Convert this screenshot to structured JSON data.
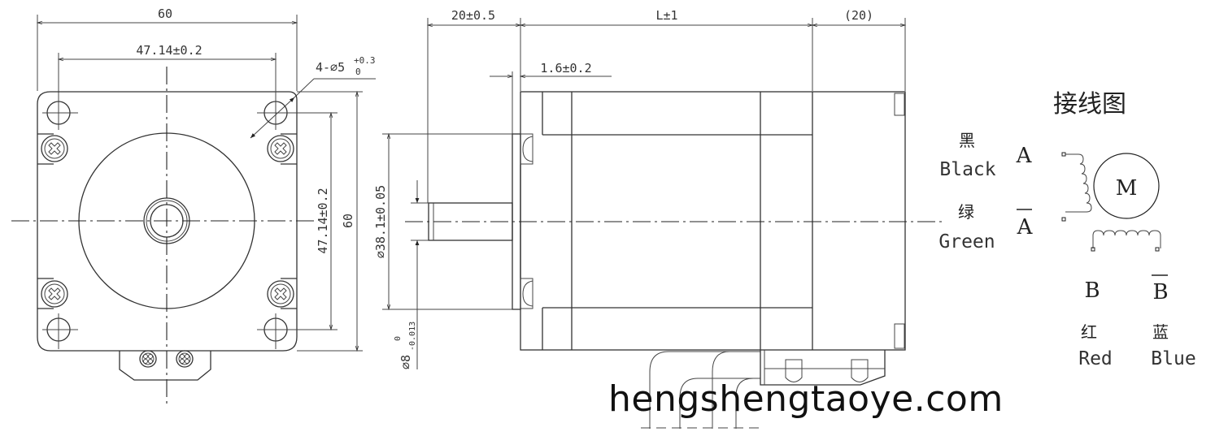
{
  "front_view": {
    "overall_width_label": "60",
    "hole_spacing_horizontal_label": "47.14±0.2",
    "hole_spacing_vertical_label": "47.14±0.2",
    "overall_height_label": "60",
    "mounting_hole_label_main": "4-⌀5",
    "mounting_hole_tol_upper": "+0.3",
    "mounting_hole_tol_lower": "0"
  },
  "side_view": {
    "shaft_length_label": "20±0.5",
    "body_length_label": "L±1",
    "rear_length_label": "(20)",
    "flange_thickness_label": "1.6±0.2",
    "pilot_diameter_label": "⌀38.1±0.05",
    "shaft_diameter_main": "⌀8",
    "shaft_diameter_tol_upper": "0",
    "shaft_diameter_tol_lower": "-0.013"
  },
  "wiring_diagram": {
    "title": "接线图",
    "motor_symbol": "M",
    "phases": [
      {
        "terminal": "A",
        "color_cn": "黑",
        "color_en": "Black",
        "overline": false
      },
      {
        "terminal": "A",
        "color_cn": "绿",
        "color_en": "Green",
        "overline": true
      },
      {
        "terminal": "B",
        "color_cn": "红",
        "color_en": "Red",
        "overline": false
      },
      {
        "terminal": "B",
        "color_cn": "蓝",
        "color_en": "Blue",
        "overline": true
      }
    ]
  },
  "watermark": "hengshengtaoye.com",
  "colors": {
    "line": "#333333",
    "background": "#ffffff"
  }
}
